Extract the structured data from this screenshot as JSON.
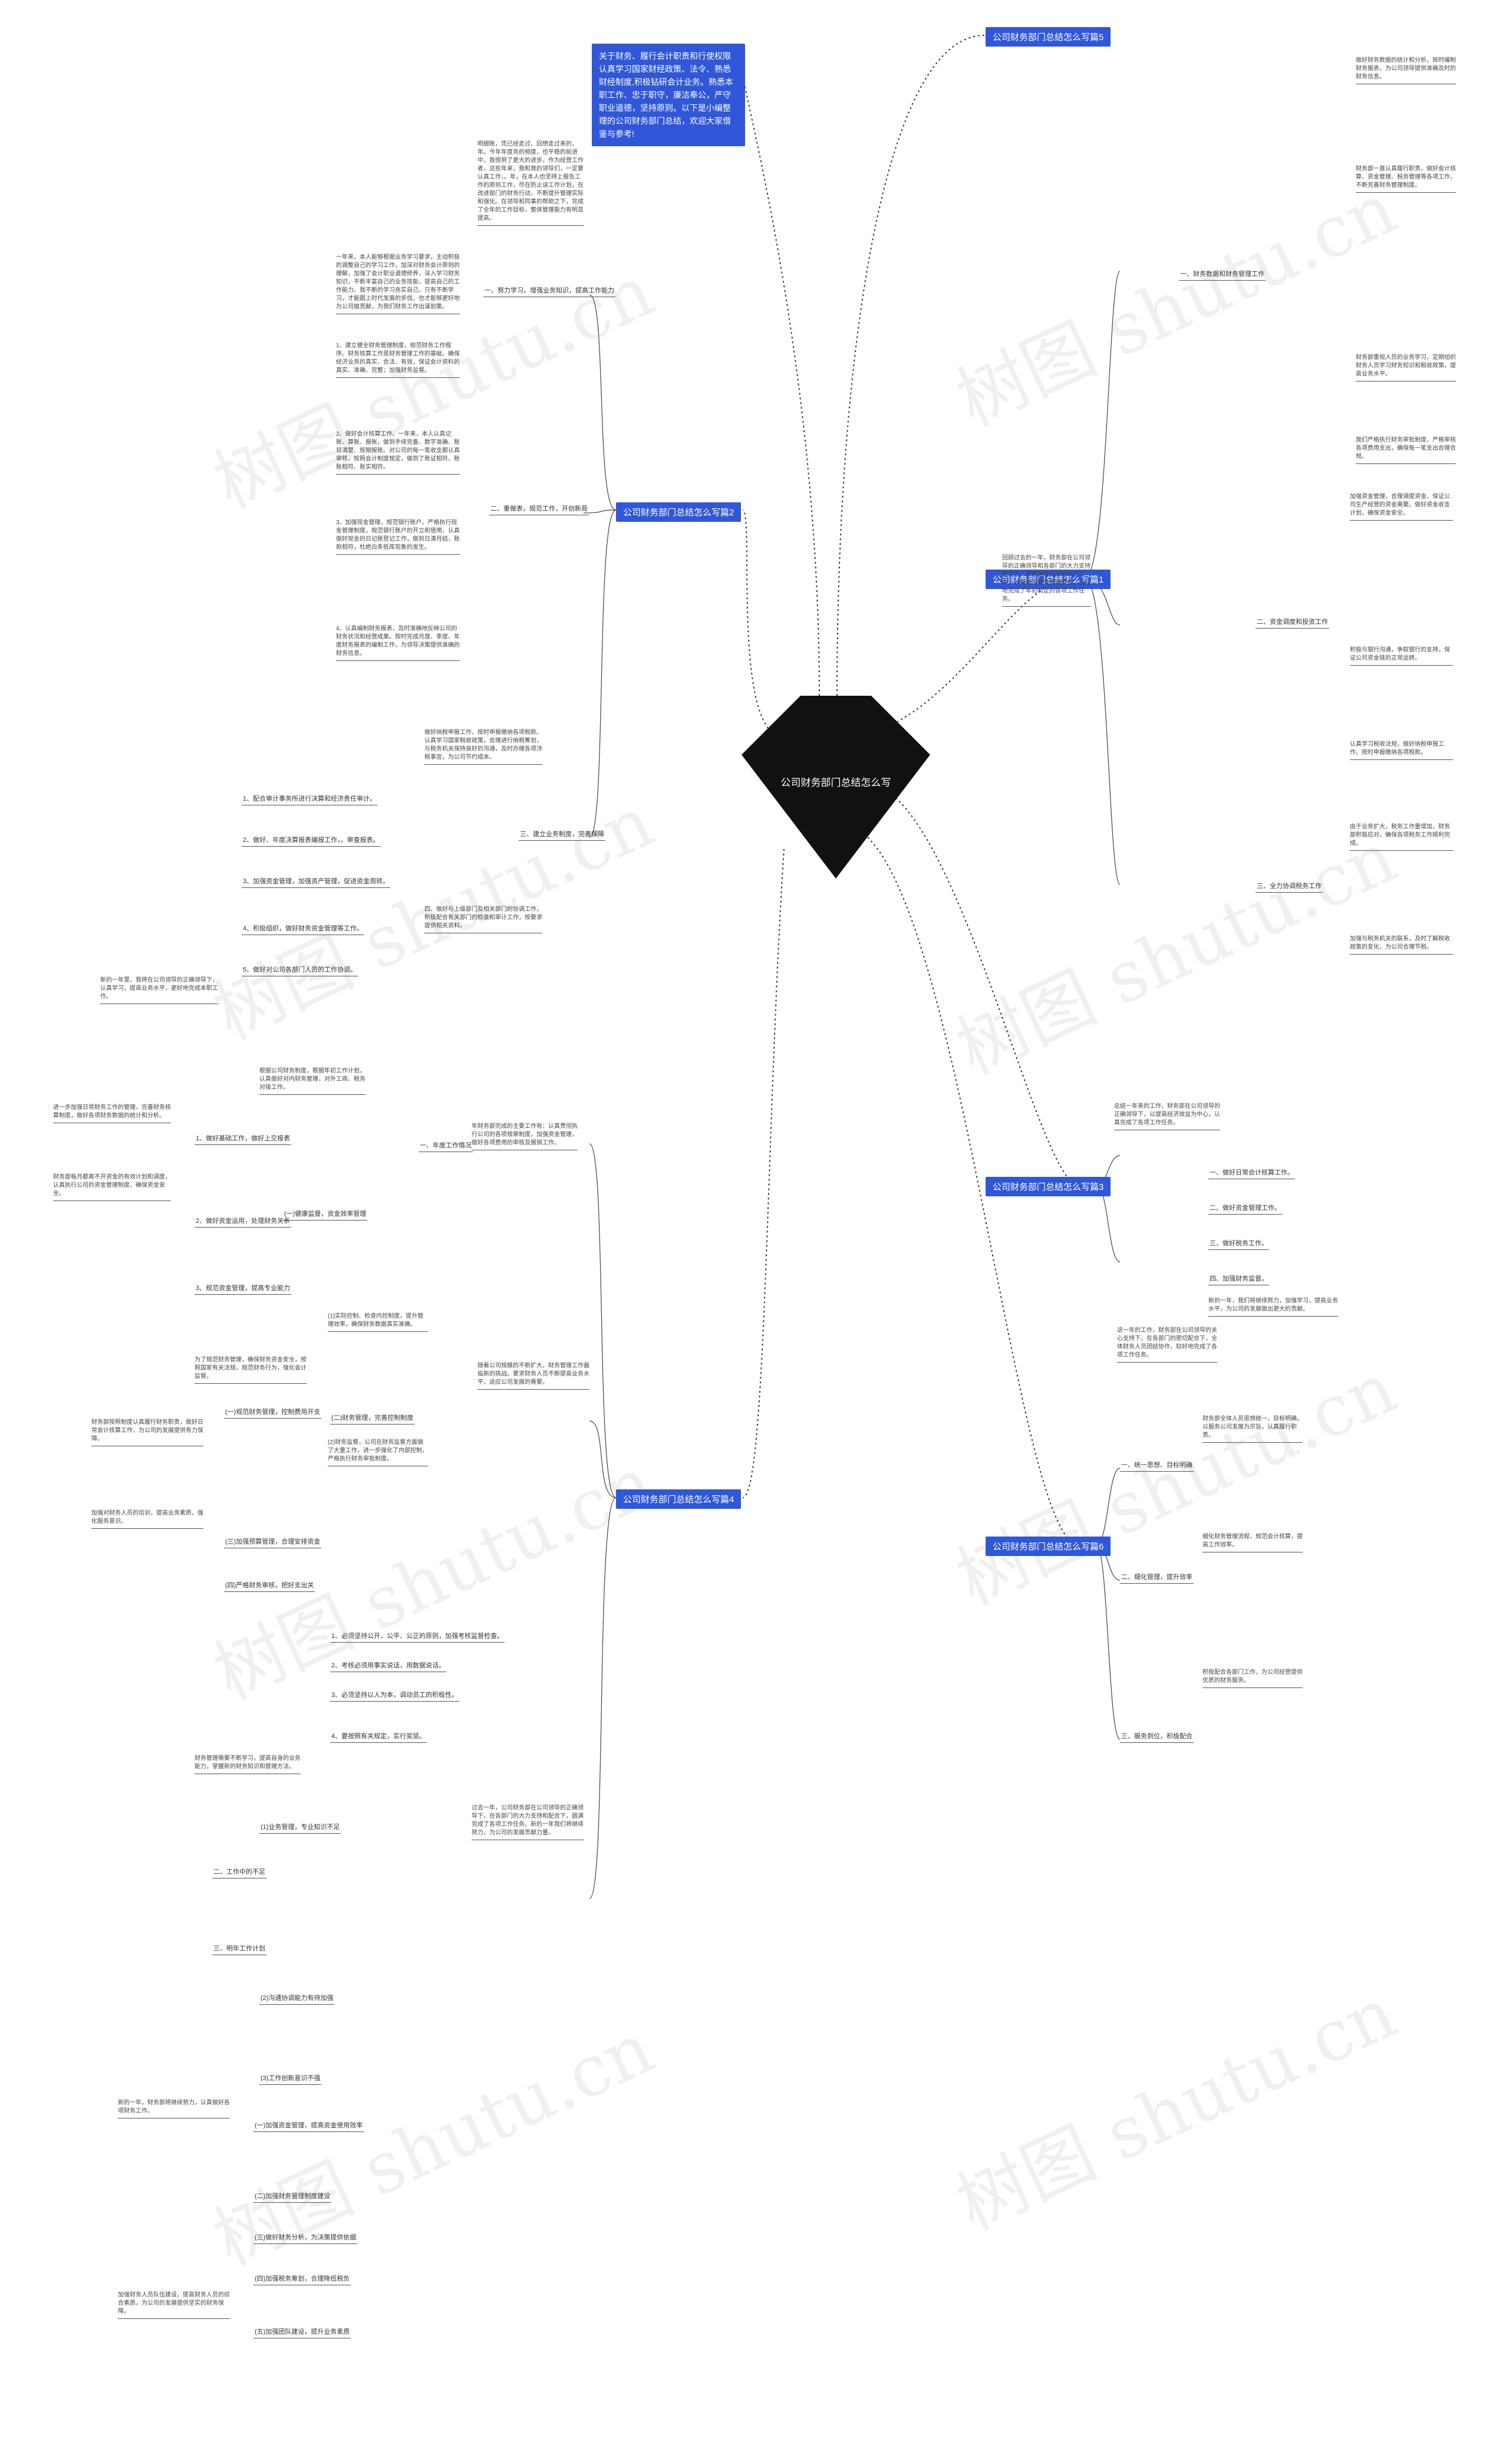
{
  "watermark": "树图 shutu.cn",
  "center": "公司财务部门总结怎么写",
  "intro": "关于财务、履行会计职责和行使权限认真学习国家财经政策、法令、熟悉财经制度,积极钻研会计业务。熟悉本职工作、忠于职守，廉洁奉公，严守职业道德，坚持原则。以下是小编整理的公司财务部门总结，欢迎大家借鉴与参考!",
  "left": {
    "t2": {
      "label": "公司财务部门总结怎么写篇2",
      "p1": "明细账，凭已经走过、回想走过来的，年。今年年度务的频度，也平稳的前进中，我很努了更大的进步。作为经营工作者，这些年来，我和我的领导们，一定要认真工作，。年，在本人也坚持上报告工作的原则工作，尽在防止误工作计划，在改进部门的财务行动，不断提升管理实际和强化。在领导和同事的帮助之下，完成了全年的工作目标，整体管理能力有明显提高。",
      "p1_head": "一、努力学习，增强业务知识，提高工作能力",
      "p2": "一年来，本人能够根据业务学习要求，主动积极的调整自己的学习工作，加深对财务会计原则的理解，加强了会计职业道德修养，深入学习财务知识，不断丰富自己的业务技能，提高自己的工作能力。我不断的学习充实自己，只有不断学习，才能跟上时代发展的步伐，也才能够更好地为公司做贡献，为我们财务工作出谋划策。",
      "p3_head": "二、重做表，规范工作，开创新局",
      "p3": "1、建立健全财务管理制度，规范财务工作程序。财务核算工作是财务管理工作的基础，确保经济业务的真实、合法、有效，保证会计资料的真实、准确、完整；加强财务监督。",
      "p4": "2、做好会计核算工作。一年来，本人认真记账、算账、报账，做到手续完备、数字准确、账目清楚、按期报账。对公司的每一笔收支都认真审核，按照会计制度规定，做到了账证相符、账账相符、账实相符。",
      "p5": "3、加强现金管理，规范银行账户。严格执行现金管理制度，规范银行账户的开立和使用，认真做好现金的日记账登记工作，做到日清月结，账款相符，杜绝白条抵库现象的发生。",
      "p6": "4、认真编制财务报表，及时准确地反映公司的财务状况和经营成果。按时完成月度、季度、年度财务报表的编制工作，为领导决策提供准确的财务信息。",
      "p7_head": "三、建立业务制度，完善保障",
      "p7": "做好纳税申报工作，按时申报缴纳各项税款。认真学习国家税收政策，合理进行纳税筹划，与税务机关保持良好的沟通，及时办理各项涉税事宜，为公司节约成本。",
      "p8": "四、做好与上级部门及相关部门的协调工作，积极配合有关部门的检查和审计工作，按要求提供相关资料。",
      "items": [
        "1、配合审计事务所进行决算和经济责任审计。",
        "2、做好、年度决算报表编报工作，。审查报表。",
        "3、加强资金管理，加强资产管理，促进资金周转。",
        "4、积极组织，做好财务资金管理等工作。",
        "5、做好对公司各部门人员的工作协调。"
      ],
      "p9": "新的一年里，我将在公司领导的正确领导下，认真学习，提高业务水平，更好地完成本职工作。"
    },
    "t3": {
      "p1": "根据公司财务制度，根据年初工作计划，认真做好对内财务管理，对外工商、税务对接工作。",
      "sub1_head": "一、年度工作情况",
      "sub1": "年财务部完成的主要工作有：认真贯彻执行公司的各项规章制度，加强资金管理，做好各项费用的审核及报销工作。",
      "list1": [
        "1、做好基础工作，做好上交报表",
        "2、做好资金运用，处理财务关系",
        "3、规范资金管理，提高专业能力"
      ],
      "list_head": "(一)健康监督，资金效率管理",
      "p2": "进一步加强日常财务工作的管理，完善财务核算制度，做好各项财务数据的统计和分析。",
      "p3": "财务部每月都离不开资金的有效计划和调度，认真执行公司的资金管理制度，确保资金安全。"
    },
    "t4": {
      "label": "公司财务部门总结怎么写篇4",
      "p1": "(1)实际控制、检查内控制度，提升管理效率，确保财务数据真实准确。",
      "p2": "随着公司规模的不断扩大，财务管理工作面临新的挑战。要求财务人员不断提高业务水平，适应公司发展的需要。",
      "sub_a": "(二)财务管理，完善控制制度",
      "a_items": [
        "(一)规范财务管理，控制费用开支",
        "(三)加强预算管理，合理安排资金",
        "(四)严格财务审核，把好支出关"
      ],
      "p3": "(2)财务监督，公司在财务监督方面做了大量工作，进一步强化了内部控制，严格执行财务审批制度。",
      "p4": "为了规范财务管理，确保财务资金安全，按照国家有关法规，规范财务行为，强化会计监督。",
      "p5": "财务部按照制度认真履行财务职责，做好日常会计核算工作，为公司的发展提供有力保障。",
      "p6": "加强对财务人员的培训，提高业务素质，强化服务意识。",
      "items2": [
        "1、必须坚持公开、公平、公正的原则，加强考核监督检查。",
        "2、考核必须用事实说话，用数据说话。",
        "3、必须坚持以人为本，调动员工的积极性。",
        "4、要按照有关规定，实行奖惩。"
      ],
      "p7": "过去一年，公司财务部在公司领导的正确领导下，在各部门的大力支持和配合下，圆满完成了各项工作任务。新的一年我们将继续努力，为公司的发展贡献力量。",
      "sub_b": "二、工作中的不足",
      "b_items": [
        "(1)业务管理，专业知识不足",
        "(2)沟通协调能力有待加强",
        "(3)工作创新意识不强"
      ],
      "p8": "财务管理需要不断学习，提高自身的业务能力，掌握新的财务知识和管理方法。",
      "sub_c": "三、明年工作计划",
      "c_items": [
        "(一)加强资金管理，提高资金使用效率",
        "(二)加强财务管理制度建设",
        "(三)做好财务分析，为决策提供依据",
        "(四)加强税务筹划，合理降低税负",
        "(五)加强团队建设，提升业务素质"
      ],
      "p9": "新的一年，财务部将继续努力，认真做好各项财务工作。",
      "p10": "加强财务人员队伍建设，提高财务人员的综合素质，为公司的发展提供坚实的财务保障。"
    }
  },
  "right": {
    "t5": {
      "label": "公司财务部门总结怎么写篇5"
    },
    "t1": {
      "label": "公司财务部门总结怎么写篇1",
      "p1": "回顾过去的一年，财务部在公司领导的正确领导和各部门的大力支持配合下，紧紧围绕公司的中心工作，认真履行财务管理职责，较好地完成了年初制定的各项工作任务。",
      "s1": "一、财务数据和财务管理工作",
      "s1_a": "做好财务数据的统计和分析，按时编制财务报表，为公司领导提供准确及时的财务信息。",
      "s1_b": "财务部一直认真履行职责，做好会计核算、资金管理、税务管理等各项工作，不断完善财务管理制度。",
      "s1_c": "财务部重视人员的业务学习，定期组织财务人员学习财务知识和税收政策，提高业务水平。",
      "s1_d": "我们严格执行财务审批制度，严格审核各项费用支出，确保每一笔支出合理合规。",
      "s2": "二、资金调度和投资工作",
      "s2_a": "加强资金管理，合理调度资金，保证公司生产经营的资金需要。做好资金收支计划，确保资金安全。",
      "s2_b": "积极与银行沟通，争取银行的支持，保证公司资金链的正常运转。",
      "s3": "三、全力协调税务工作",
      "s3_a": "认真学习税收法规，做好纳税申报工作。按时申报缴纳各项税款。",
      "s3_b": "由于业务扩大，税务工作量增加，财务部积极应对，确保各项税务工作顺利完成。",
      "s3_c": "加强与税务机关的联系，及时了解税收政策的变化，为公司合理节税。"
    },
    "t3": {
      "label": "公司财务部门总结怎么写篇3",
      "p1": "总结一年来的工作，财务部在公司领导的正确领导下，以提高经济效益为中心，认真完成了各项工作任务。",
      "items": [
        "一、做好日常会计核算工作。",
        "二、做好资金管理工作。",
        "三、做好税务工作。",
        "四、加强财务监督。"
      ],
      "p2": "新的一年，我们将继续努力，加强学习，提高业务水平，为公司的发展做出更大的贡献。"
    },
    "t6": {
      "label": "公司财务部门总结怎么写篇6",
      "p1": "这一年的工作，财务部在公司领导的关心支持下，在各部门的密切配合下，全体财务人员团结协作，较好地完成了各项工作任务。",
      "s1": "一、统一思想、目标明确",
      "s1_t": "财务部全体人员思想统一，目标明确，以服务公司发展为宗旨，认真履行职责。",
      "s2": "二、细化管理，提升效率",
      "s2_t": "细化财务管理流程，规范会计核算，提高工作效率。",
      "s3": "三、服务到位，积极配合",
      "s3_t": "积极配合各部门工作，为公司经营提供优质的财务服务。"
    }
  }
}
